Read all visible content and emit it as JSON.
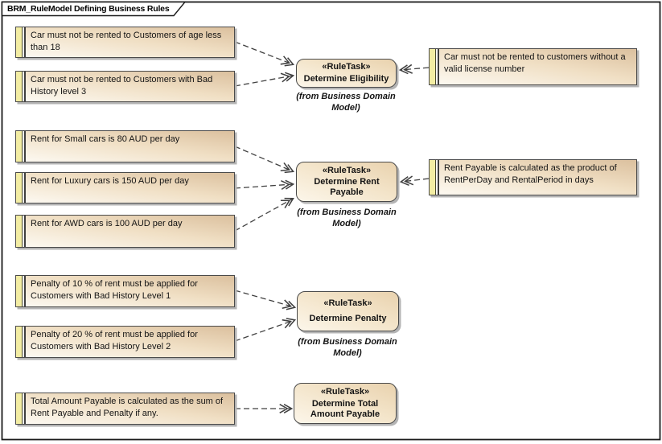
{
  "frame": {
    "title": "BRM_RuleModel Defining Business Rules"
  },
  "notes": [
    {
      "id": "rule-age",
      "text": "Car must not be rented to Customers of age less than 18"
    },
    {
      "id": "rule-bad-history-3",
      "text": "Car must not be rented to Customers with Bad History level 3"
    },
    {
      "id": "rule-license",
      "text": "Car must not be rented to customers without a valid license number"
    },
    {
      "id": "rent-small",
      "text": "Rent for Small cars is 80 AUD per day"
    },
    {
      "id": "rent-luxury",
      "text": "Rent for Luxury cars is 150 AUD per day"
    },
    {
      "id": "rent-awd",
      "text": "Rent for AWD cars is 100 AUD per day"
    },
    {
      "id": "rent-payable-calc",
      "text": "Rent Payable is calculated as the product of RentPerDay and RentalPeriod in days"
    },
    {
      "id": "penalty-10",
      "text": "Penalty of 10 % of rent must be applied for Customers with Bad History Level 1"
    },
    {
      "id": "penalty-20",
      "text": "Penalty of 20 % of rent must be applied for Customers with Bad History Level 2"
    },
    {
      "id": "total-amount",
      "text": "Total Amount Payable is calculated as the sum of Rent Payable and Penalty if any."
    }
  ],
  "tasks": [
    {
      "stereotype": "«RuleTask»",
      "name": "Determine Eligibility",
      "from": "(from Business Domain Model)"
    },
    {
      "stereotype": "«RuleTask»",
      "name": "Determine Rent Payable",
      "from": "(from Business Domain Model)"
    },
    {
      "stereotype": "«RuleTask»",
      "name": "Determine Penalty",
      "from": "(from Business Domain Model)"
    },
    {
      "stereotype": "«RuleTask»",
      "name": "Determine Total Amount Payable"
    }
  ],
  "connections": [
    {
      "from": "rule-age",
      "to": "Determine Eligibility"
    },
    {
      "from": "rule-bad-history-3",
      "to": "Determine Eligibility"
    },
    {
      "from": "rule-license",
      "to": "Determine Eligibility"
    },
    {
      "from": "rent-small",
      "to": "Determine Rent Payable"
    },
    {
      "from": "rent-luxury",
      "to": "Determine Rent Payable"
    },
    {
      "from": "rent-awd",
      "to": "Determine Rent Payable"
    },
    {
      "from": "rent-payable-calc",
      "to": "Determine Rent Payable"
    },
    {
      "from": "penalty-10",
      "to": "Determine Penalty"
    },
    {
      "from": "penalty-20",
      "to": "Determine Penalty"
    },
    {
      "from": "total-amount",
      "to": "Determine Total Amount Payable"
    }
  ],
  "colors": {
    "note_fill_light": "#fdfaf3",
    "note_fill_dark": "#dbc09e",
    "task_fill_light": "#fcf6ea",
    "task_fill_dark": "#e9d2ae",
    "note_strip_yellow": "#f3eda3",
    "connector": "#404040",
    "shadow": "#b4b4b4",
    "background": "#ffffff"
  }
}
